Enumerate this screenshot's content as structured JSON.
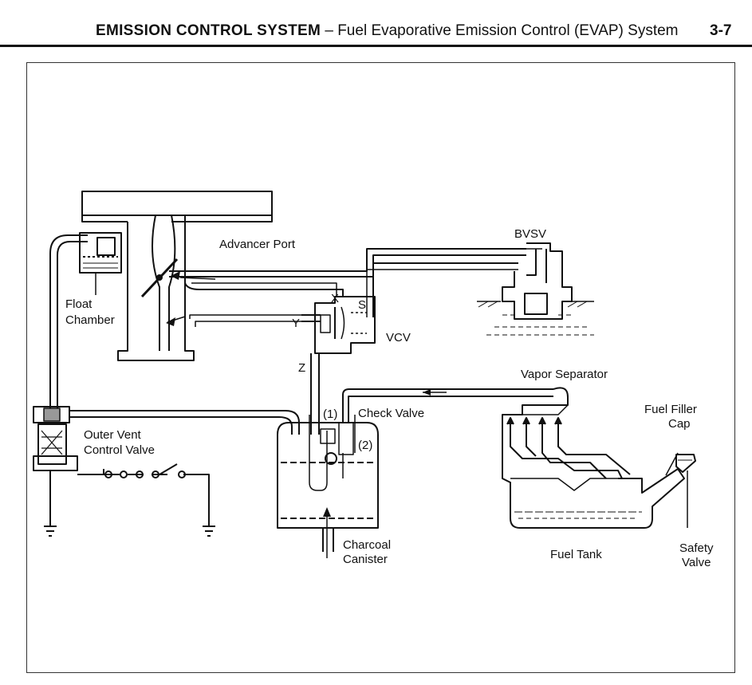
{
  "header": {
    "title_bold": "EMISSION CONTROL SYSTEM",
    "title_rest": " – Fuel Evaporative Emission Control (EVAP) System",
    "page_number": "3-7"
  },
  "labels": {
    "bvsv": "BVSV",
    "advancer_port": "Advancer Port",
    "x": "X",
    "s": "S",
    "y": "Y",
    "vcv": "VCV",
    "z": "Z",
    "float": "Float",
    "chamber": "Chamber",
    "vapor_separator": "Vapor Separator",
    "check_valve": "Check Valve",
    "one": "(1)",
    "two": "(2)",
    "outer_vent": "Outer Vent",
    "control_valve": "Control Valve",
    "fuel_filler": "Fuel Filler",
    "cap": "Cap",
    "charcoal": "Charcoal",
    "canister": "Canister",
    "fuel_tank": "Fuel Tank",
    "safety": "Safety",
    "valve": "Valve"
  }
}
